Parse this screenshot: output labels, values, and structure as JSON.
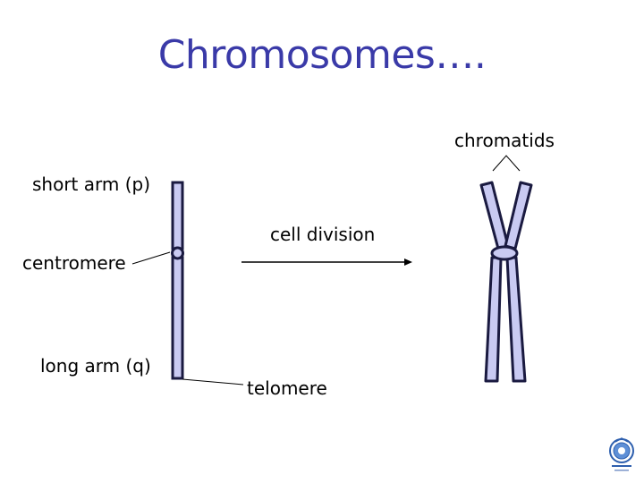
{
  "slide": {
    "title": "Chromosomes….",
    "labels": {
      "short_arm": "short arm (p)",
      "centromere": "centromere",
      "long_arm": "long arm (q)",
      "cell_division": "cell division",
      "telomere": "telomere",
      "chromatids": "chromatids"
    }
  },
  "colors": {
    "title": "#3a3aa8",
    "chromosome_fill": "#c9caf2",
    "chromosome_stroke": "#1a1a40"
  },
  "icons": {
    "emblem": "university-seal-icon"
  }
}
